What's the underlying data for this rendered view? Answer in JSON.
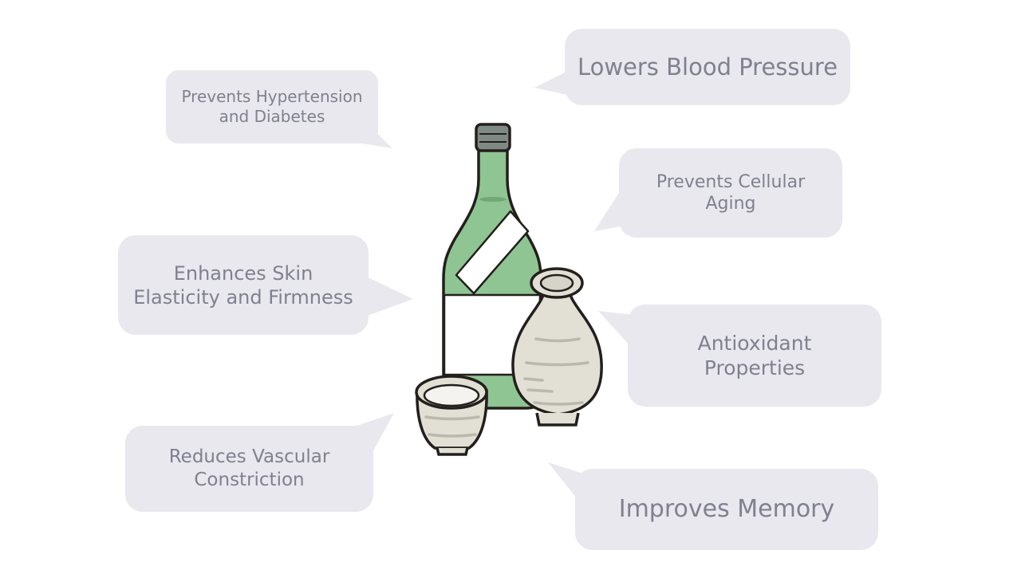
{
  "illustration": {
    "subject": "sake bottle, tokkuri flask and ochoko cup",
    "colors": {
      "bottle": "#8fc592",
      "bottle_shadow": "#6fa776",
      "cap": "#7f8a86",
      "ceramic": "#e2dfd5",
      "ceramic_stripe": "#b9b9ad",
      "outline": "#231f1c",
      "label": "#ffffff"
    }
  },
  "bubble_style": {
    "fill": "#e8e8ee",
    "text_color": "#80808f"
  },
  "benefits": [
    {
      "id": "hypertension",
      "line1": "Prevents Hypertension",
      "line2": "and Diabetes"
    },
    {
      "id": "blood-pressure",
      "line1": "Lowers Blood Pressure",
      "line2": ""
    },
    {
      "id": "cellular-aging",
      "line1": "Prevents Cellular",
      "line2": "Aging"
    },
    {
      "id": "skin",
      "line1": "Enhances Skin",
      "line2": "Elasticity and Firmness"
    },
    {
      "id": "antioxidant",
      "line1": "Antioxidant",
      "line2": "Properties"
    },
    {
      "id": "vascular",
      "line1": "Reduces Vascular",
      "line2": "Constriction"
    },
    {
      "id": "memory",
      "line1": "Improves Memory",
      "line2": ""
    }
  ]
}
